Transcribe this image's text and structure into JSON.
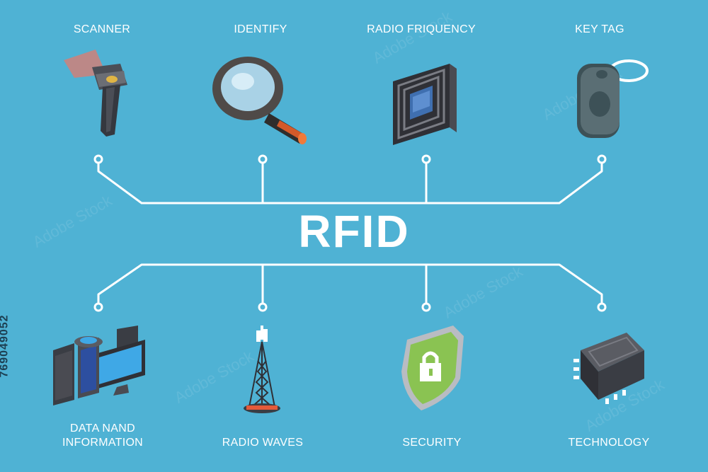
{
  "title": "RFID",
  "stock_id": "769049052",
  "watermark": "Adobe Stock",
  "colors": {
    "background": "#4fb2d4",
    "line": "#ffffff",
    "text": "#ffffff",
    "shield_green": "#8ac352",
    "lens_blue": "#6fa8c8",
    "chip_dark": "#3a3d44"
  },
  "items": [
    {
      "label": "SCANNER",
      "icon": "barcode-scanner-icon"
    },
    {
      "label": "IDENTIFY",
      "icon": "magnifying-glass-icon"
    },
    {
      "label": "RADIO FRIQUENCY",
      "icon": "rfid-tag-icon"
    },
    {
      "label": "KEY TAG",
      "icon": "key-tag-icon"
    },
    {
      "label": "DATA NAND",
      "label2": "INFORMATION",
      "icon": "server-monitor-icon"
    },
    {
      "label": "RADIO WAVES",
      "icon": "radio-tower-icon"
    },
    {
      "label": "SECURITY",
      "icon": "shield-lock-icon"
    },
    {
      "label": "TECHNOLOGY",
      "icon": "microchip-icon"
    }
  ]
}
